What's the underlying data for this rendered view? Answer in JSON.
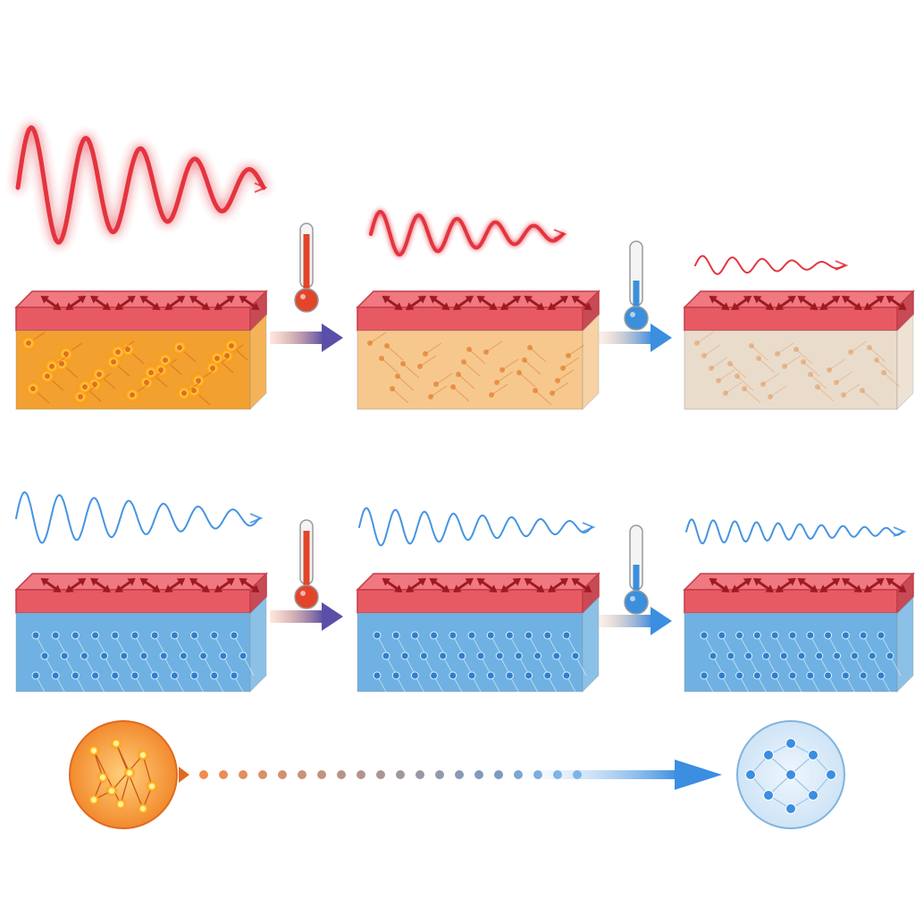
{
  "colors": {
    "hot_wave": "#e32a36",
    "cool_wave": "#3b8ee0",
    "top_layer": "#e85a63",
    "top_layer_dark": "#c33d48",
    "spin_arrow": "#9e1a22",
    "hot_bulk": "#f2a030",
    "warm_bulk": "#f7c88e",
    "faded_bulk": "#eadccb",
    "cool_bulk": "#6fb1e2",
    "thermometer_hot": "#e2452a",
    "thermometer_cold": "#3c8fdb",
    "disorder_circle": "#f59a46",
    "order_circle": "#d6e9f8"
  },
  "rows": [
    {
      "id": "hot",
      "slabs": [
        {
          "state": "hot",
          "wave_level": 1.0
        },
        {
          "state": "warm",
          "wave_level": 0.55
        },
        {
          "state": "faded",
          "wave_level": 0.25
        }
      ]
    },
    {
      "id": "cool",
      "slabs": [
        {
          "state": "cool",
          "wave_level": 0.7
        },
        {
          "state": "cool",
          "wave_level": 0.55
        },
        {
          "state": "cool",
          "wave_level": 0.35
        }
      ]
    }
  ],
  "arrows": [
    {
      "icon": "thermometer-hot-icon"
    },
    {
      "icon": "thermometer-cold-icon"
    }
  ],
  "transition": {
    "from_icon": "disordered-lattice-icon",
    "to_icon": "ordered-lattice-icon"
  }
}
